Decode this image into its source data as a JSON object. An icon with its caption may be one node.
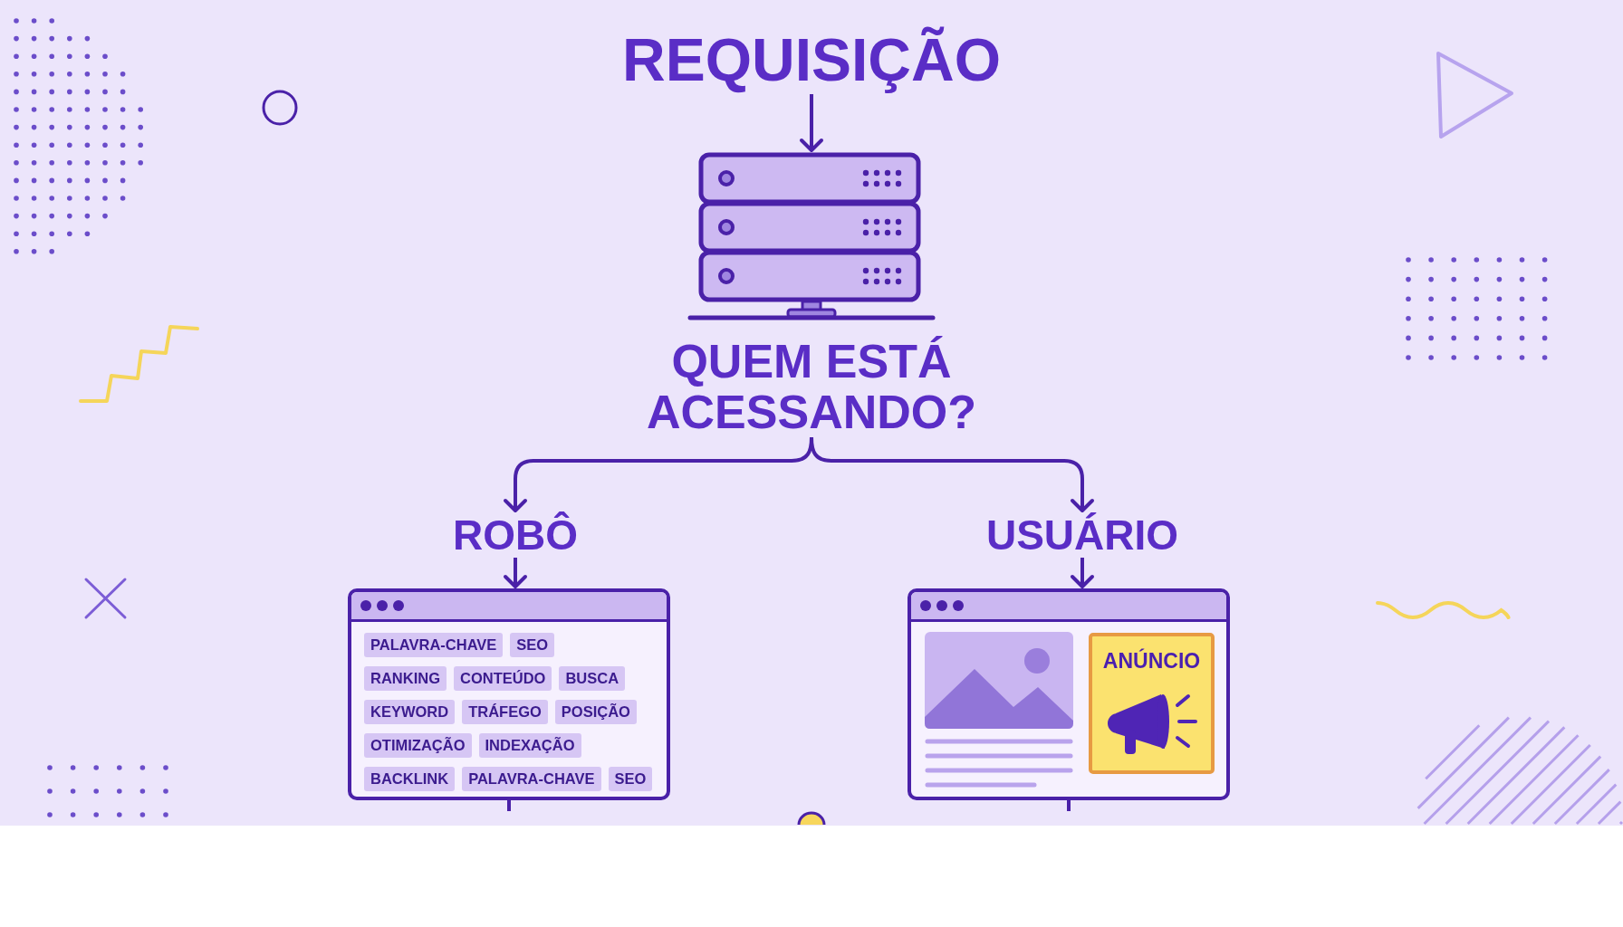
{
  "diagram": {
    "nodes": [
      {
        "text": [
          "REQUISIÇÃO"
        ]
      },
      {
        "text": [],
        "shape": "picture"
      },
      {
        "text": [
          "QUEM ESTÁ ACESSANDO?"
        ]
      },
      {
        "text": [
          "ROBÔ"
        ]
      },
      {
        "text": [
          "USUÁRIO"
        ]
      },
      {
        "text": [],
        "shape": "box"
      },
      {
        "text": [
          "PALAVRA-CHAVE"
        ],
        "in": 5
      },
      {
        "text": [
          "SEO"
        ],
        "in": 5
      },
      {
        "text": [
          "RANKING"
        ],
        "in": 5
      },
      {
        "text": [
          "CONTEÚDO"
        ],
        "in": 5
      },
      {
        "text": [
          "BUSCA"
        ],
        "in": 5
      },
      {
        "text": [
          "KEYWORD"
        ],
        "in": 5
      },
      {
        "text": [
          "TRÁFEGO"
        ],
        "in": 5
      },
      {
        "text": [
          "POSIÇÃO"
        ],
        "in": 5
      },
      {
        "text": [
          "OTIMIZAÇÃO"
        ],
        "in": 5
      },
      {
        "text": [
          "INDEXAÇÃO"
        ],
        "in": 5
      },
      {
        "text": [
          "BACKLINK"
        ],
        "in": 5
      },
      {
        "text": [
          "PALAVRA-CHAVE"
        ],
        "in": 5
      },
      {
        "text": [
          "SEO"
        ],
        "in": 5
      },
      {
        "text": [],
        "shape": "box"
      },
      {
        "text": [
          "ANÚNCIO"
        ],
        "in": 19
      }
    ],
    "edges": [
      {
        "from": 0,
        "to": 1,
        "arrow": "to"
      },
      {
        "from": 2,
        "to": 3,
        "arrow": "to"
      },
      {
        "from": 2,
        "to": 4,
        "arrow": "to"
      },
      {
        "from": 3,
        "to": 5,
        "arrow": "to"
      },
      {
        "from": 4,
        "to": 19,
        "arrow": "to"
      },
      {
        "from": 5,
        "to": null,
        "arrow": "none"
      },
      {
        "from": 19,
        "to": null,
        "arrow": "none"
      }
    ]
  }
}
